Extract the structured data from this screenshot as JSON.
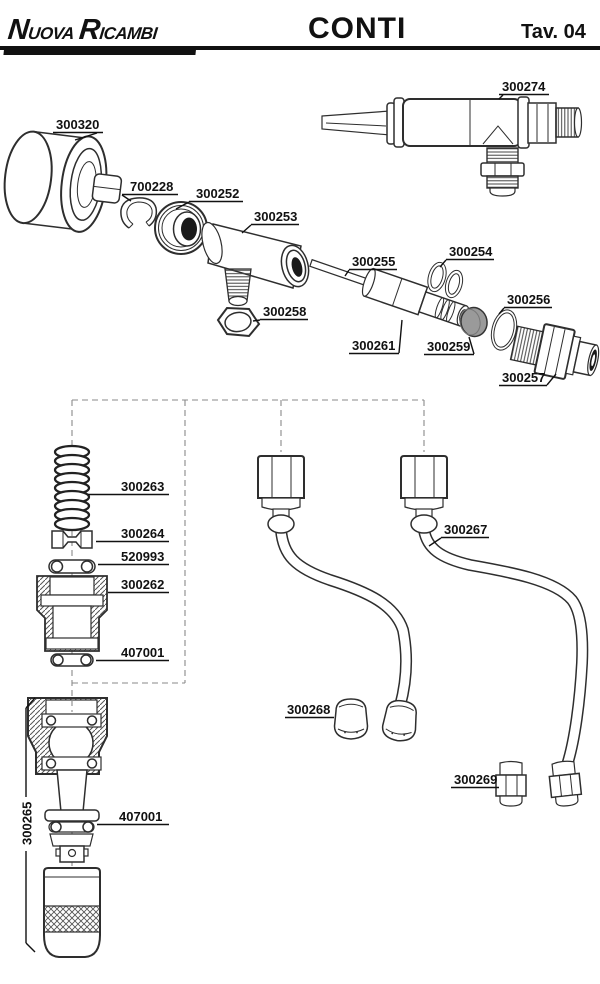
{
  "header": {
    "brand_word1": "Nuova",
    "brand_word2": "Ricambi",
    "title": "CONTI",
    "plate": "Tav. 04"
  },
  "colors": {
    "ink": "#111111",
    "line": "#2e2e2e",
    "dash_gray": "#8a8a8a",
    "seal_gray": "#9a9a9a"
  },
  "parts": {
    "p300320": "300320",
    "p700228": "700228",
    "p300252": "300252",
    "p300253": "300253",
    "p300274": "300274",
    "p300255": "300255",
    "p300254": "300254",
    "p300258": "300258",
    "p300261": "300261",
    "p300259": "300259",
    "p300256": "300256",
    "p300257": "300257",
    "p300263": "300263",
    "p300264": "300264",
    "p520993": "520993",
    "p300262": "300262",
    "p407001": "407001",
    "p300267": "300267",
    "p300268": "300268",
    "p300265": "300265",
    "p300269": "300269"
  }
}
